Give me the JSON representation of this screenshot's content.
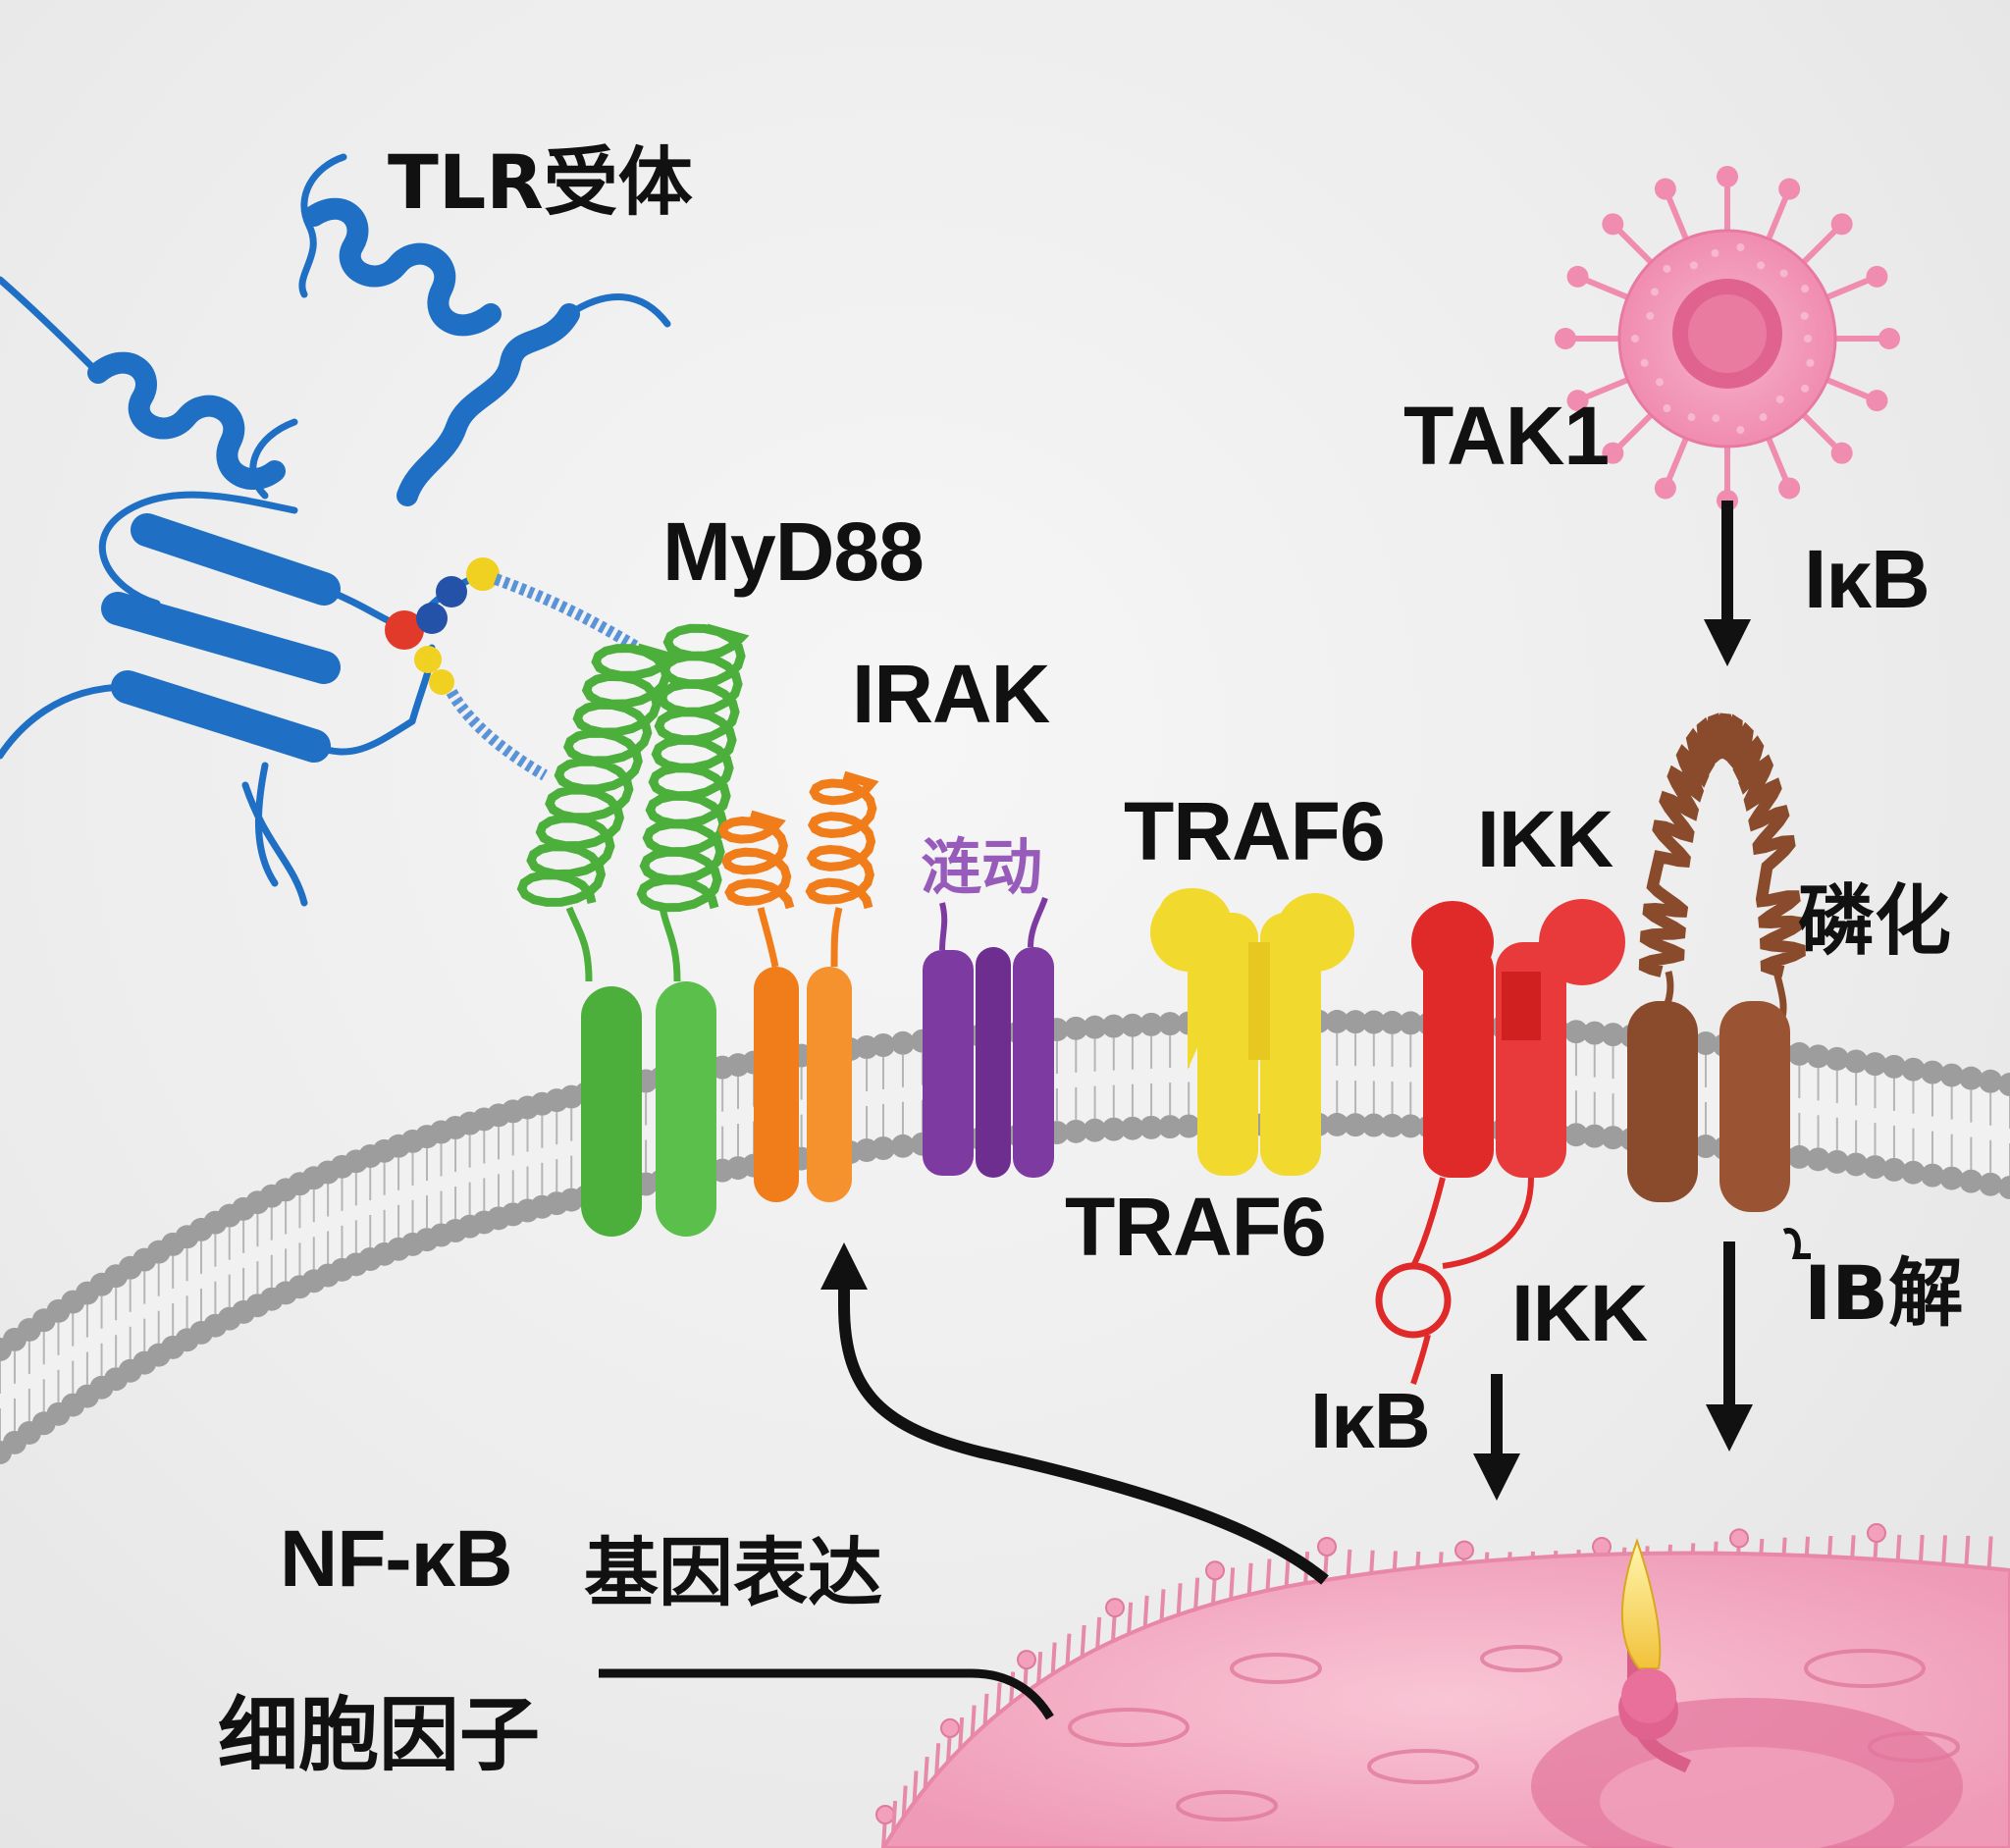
{
  "labels": {
    "tlr": "TLR受体",
    "myd88": "MyD88",
    "irak": "IRAK",
    "traf6_top": "TRAF6",
    "traf6_bottom": "TRAF6",
    "ikk_top": "IKK",
    "ikk_bottom": "IKK",
    "tak1": "TAK1",
    "ikb_top": "IκB",
    "ikb_bottom": "IκB",
    "phosphorylation": "磷化",
    "ib_degradation": "IB解",
    "nfkb": "NF-κB",
    "gene_expression": "基因表达",
    "cytokines": "细胞因子",
    "irak_squiggle_text": "涟动"
  },
  "colors": {
    "tlr": "#1f6fc4",
    "myd88": "#4caf3c",
    "irak_orange": "#f07d1a",
    "irak_purple": "#7d3aa0",
    "traf6": "#f2d92e",
    "ikk": "#e02a2a",
    "brown": "#8a4a2c",
    "virus": "#f08cb0",
    "cell": "#f4a7c0",
    "membrane_head": "#9a9a9a"
  },
  "icons": [
    "tlr-receptor-icon",
    "virus-icon",
    "cell-nucleus-icon",
    "arrow-icon"
  ]
}
